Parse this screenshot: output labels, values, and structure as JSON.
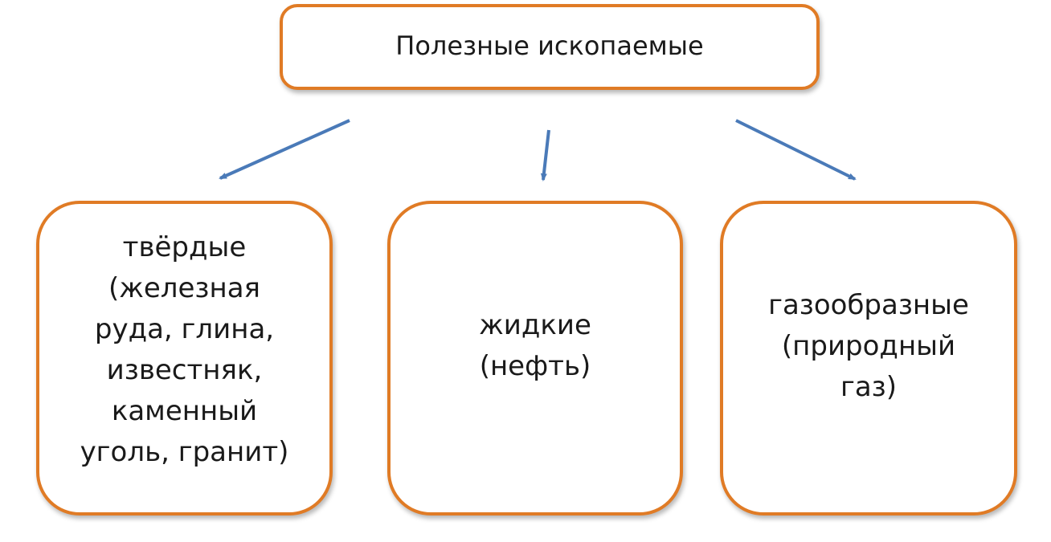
{
  "root": {
    "label": "Полезные ископаемые"
  },
  "categories": [
    {
      "label": "твёрдые\n(железная\nруда, глина,\nизвестняк,\nкаменный\nуголь, гранит)"
    },
    {
      "label": "жидкие\n(нефть)"
    },
    {
      "label": "газообразные\n(природный\nгаз)"
    }
  ],
  "colors": {
    "box_border": "#e07b25",
    "arrow": "#4a7ab8"
  }
}
